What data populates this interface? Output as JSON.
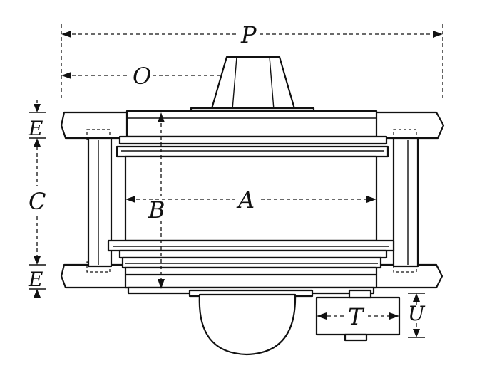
{
  "dimension_labels": {
    "P": "P",
    "O": "O",
    "E_top": "E",
    "C": "C",
    "E_bottom": "E",
    "A": "A",
    "B": "B",
    "T": "T",
    "U": "U"
  }
}
